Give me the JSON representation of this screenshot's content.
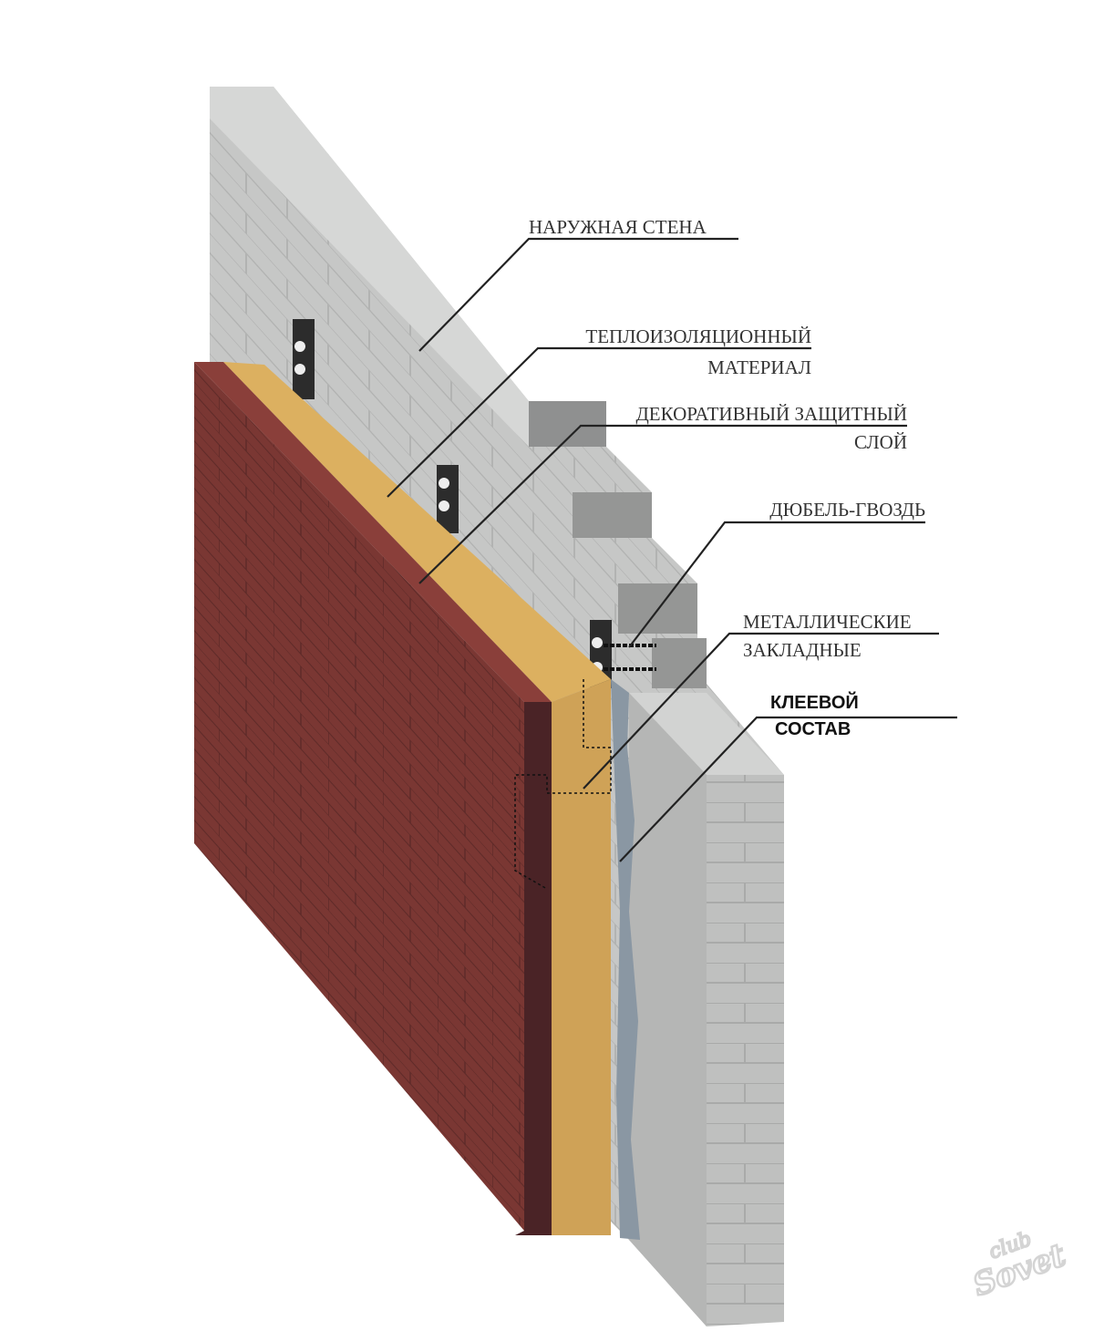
{
  "title": "Wall insulation layers diagram",
  "colors": {
    "wall": "#c9cac9",
    "brick": "#7a3632",
    "brick_edge": "#4a2326",
    "insulation": "#d9ad5e",
    "adhesive": "#8a97a3"
  },
  "labels": {
    "outer_wall": "НАРУЖНАЯ СТЕНА",
    "insulation_1": "ТЕПЛОИЗОЛЯЦИОННЫЙ",
    "insulation_2": "МАТЕРИАЛ",
    "decorative_1": "ДЕКОРАТИВНЫЙ ЗАЩИТНЫЙ",
    "decorative_2": "СЛОЙ",
    "dowel": "ДЮБЕЛЬ-ГВОЗДЬ",
    "metal_1": "МЕТАЛЛИЧЕСКИЕ",
    "metal_2": "ЗАКЛАДНЫЕ",
    "adhesive_1": "КЛЕЕВОЙ",
    "adhesive_2": "СОСТАВ"
  },
  "watermark": "club Sovet"
}
